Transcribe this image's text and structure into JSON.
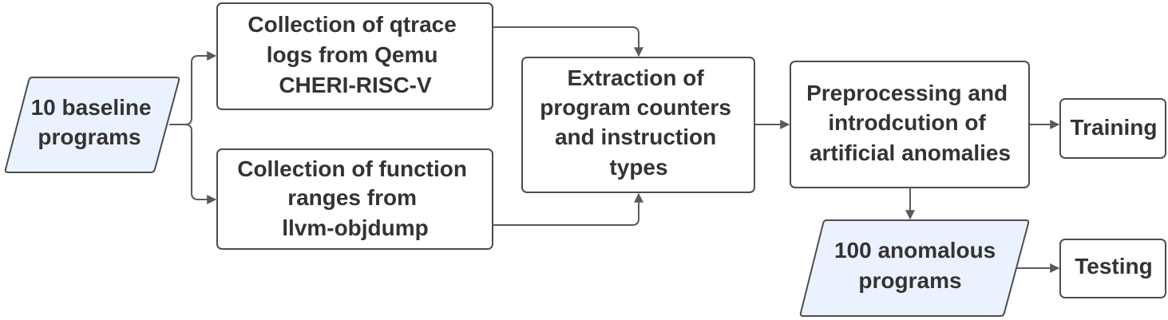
{
  "diagram": {
    "type": "flowchart",
    "nodes": [
      {
        "id": "baseline",
        "shape": "parallelogram",
        "lines": [
          "10 baseline",
          "programs"
        ]
      },
      {
        "id": "qtrace",
        "shape": "rect",
        "lines": [
          "Collection of qtrace",
          "logs from Qemu",
          "CHERI-RISC-V"
        ]
      },
      {
        "id": "func-ranges",
        "shape": "rect",
        "lines": [
          "Collection of function",
          "ranges from",
          "llvm-objdump"
        ]
      },
      {
        "id": "extraction",
        "shape": "rect",
        "lines": [
          "Extraction of",
          "program counters",
          "and instruction",
          "types"
        ]
      },
      {
        "id": "preprocessing",
        "shape": "rect",
        "lines": [
          "Preprocessing and",
          "introdcution of",
          "artificial anomalies"
        ]
      },
      {
        "id": "training",
        "shape": "rect",
        "lines": [
          "Training"
        ]
      },
      {
        "id": "anomalous",
        "shape": "parallelogram",
        "lines": [
          "100 anomalous",
          "programs"
        ]
      },
      {
        "id": "testing",
        "shape": "rect",
        "lines": [
          "Testing"
        ]
      }
    ],
    "edges": [
      {
        "from": "baseline",
        "to": "qtrace"
      },
      {
        "from": "baseline",
        "to": "func-ranges"
      },
      {
        "from": "qtrace",
        "to": "extraction"
      },
      {
        "from": "func-ranges",
        "to": "extraction"
      },
      {
        "from": "extraction",
        "to": "preprocessing"
      },
      {
        "from": "preprocessing",
        "to": "training"
      },
      {
        "from": "preprocessing",
        "to": "anomalous"
      },
      {
        "from": "anomalous",
        "to": "testing"
      }
    ],
    "colors": {
      "input_fill": "#eaf2ff",
      "box_fill": "#ffffff",
      "stroke": "#4d4d4d",
      "text": "#333333",
      "edge": "#5a5a5a"
    }
  }
}
